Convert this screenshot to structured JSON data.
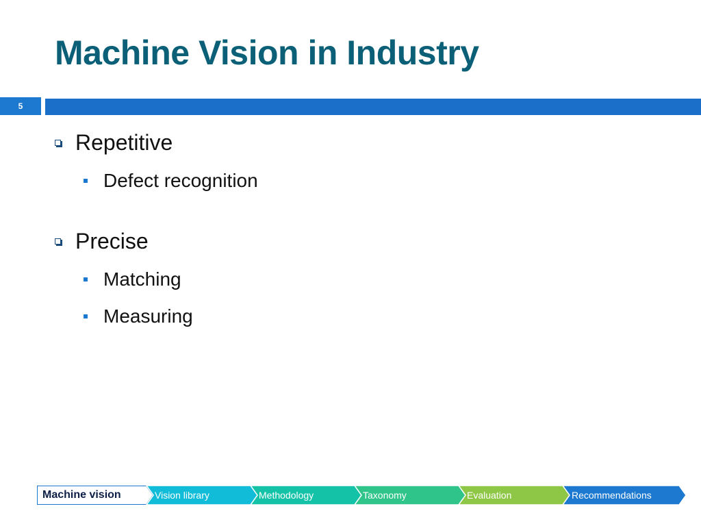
{
  "slide": {
    "title": "Machine Vision in Industry",
    "number": "5"
  },
  "bullets": [
    {
      "label": "Repetitive",
      "sub": [
        "Defect recognition"
      ]
    },
    {
      "label": "Precise",
      "sub": [
        "Matching",
        "Measuring"
      ]
    }
  ],
  "nav": {
    "steps": [
      {
        "label": "Machine vision",
        "color": "#1c79cf",
        "active": true
      },
      {
        "label": "Vision library",
        "color": "#10bcd8",
        "active": false
      },
      {
        "label": "Methodology",
        "color": "#14c2a8",
        "active": false
      },
      {
        "label": "Taxonomy",
        "color": "#2fc48a",
        "active": false
      },
      {
        "label": "Evaluation",
        "color": "#8ec646",
        "active": false
      },
      {
        "label": "Recommendations",
        "color": "#1c79cf",
        "active": false
      }
    ]
  },
  "colors": {
    "title": "#0b6078",
    "header_bar": "#1c6fc8",
    "bullet_square": "#1c79cf"
  }
}
